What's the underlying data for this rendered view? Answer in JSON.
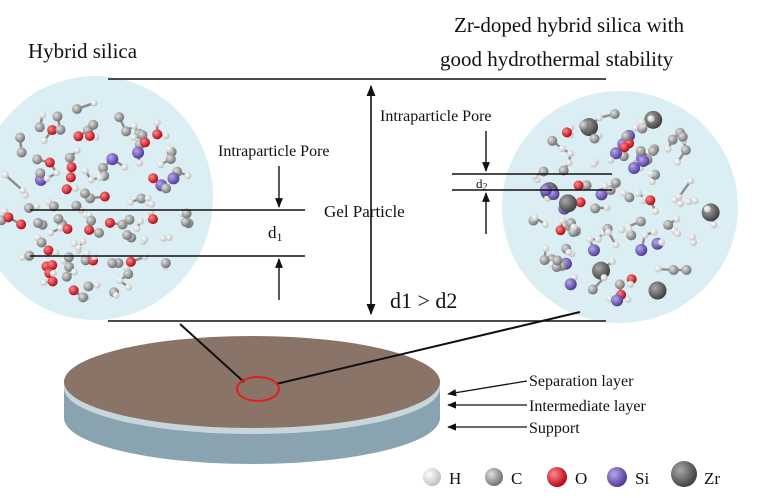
{
  "titles": {
    "left": "Hybrid silica",
    "right_line1": "Zr-doped hybrid silica with",
    "right_line2": "good hydrothermal stability"
  },
  "labels": {
    "intraparticle_pore_left": "Intraparticle Pore",
    "intraparticle_pore_right": "Intraparticle Pore",
    "gel_particle": "Gel Particle",
    "d1": "d",
    "d1_sub": "1",
    "d2": "d",
    "d2_sub": "2",
    "comparison": "d1 > d2"
  },
  "layers": {
    "separation": "Separation layer",
    "intermediate": "Intermediate layer",
    "support": "Support"
  },
  "legend": [
    {
      "symbol": "H",
      "color": "#f4f4f4"
    },
    {
      "symbol": "C",
      "color": "#9a9a9a"
    },
    {
      "symbol": "O",
      "color": "#e0101a"
    },
    {
      "symbol": "Si",
      "color": "#7a5cc0"
    },
    {
      "symbol": "Zr",
      "color": "#6b6b6b"
    }
  ],
  "colors": {
    "membrane_top": "#8a7468",
    "membrane_side": "#8aa3b0",
    "sphere_bg": "#dbeef3",
    "highlight_circle": "#e02020"
  }
}
